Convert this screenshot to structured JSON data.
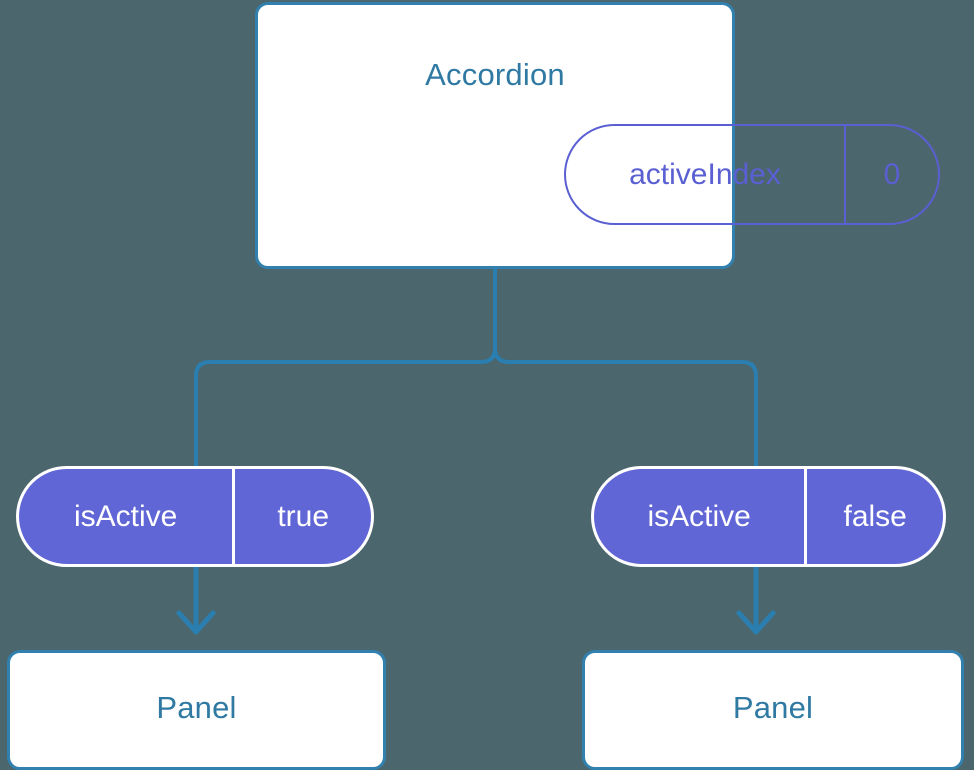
{
  "diagram": {
    "title": "Accordion component state and props tree",
    "background_color": "#4c666e",
    "card_border_color": "#3180ae",
    "card_title_color": "#2f79a3",
    "state_pill_color": "#5a5fd2",
    "prop_pill_color": "#6166d6",
    "connector_color": "#2a7fb0"
  },
  "root": {
    "label": "Accordion",
    "state": {
      "key": "activeIndex",
      "value": "0"
    }
  },
  "branches": [
    {
      "prop": {
        "key": "isActive",
        "value": "true"
      },
      "child": {
        "label": "Panel"
      }
    },
    {
      "prop": {
        "key": "isActive",
        "value": "false"
      },
      "child": {
        "label": "Panel"
      }
    }
  ]
}
